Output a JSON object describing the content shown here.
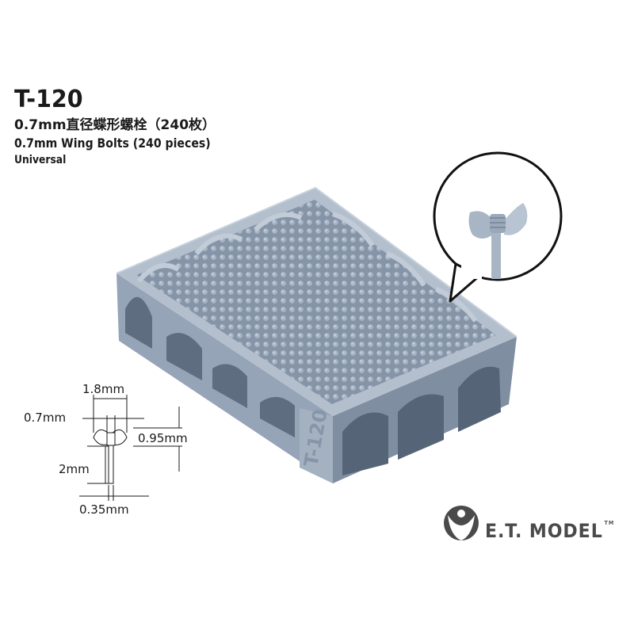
{
  "product": {
    "code": "T-120",
    "name_cn": "0.7mm直径蝶形螺栓（240枚）",
    "name_en": "0.7mm Wing Bolts (240 pieces)",
    "subtitle": "Universal"
  },
  "dimensions": {
    "head_width": "1.8mm",
    "bolt_diameter": "0.7mm",
    "head_height": "0.95mm",
    "shank_length": "2mm",
    "shank_diameter": "0.35mm"
  },
  "tray_label": "T-120",
  "brand": {
    "name": "E.T. MODEL",
    "trademark": "TM"
  },
  "colors": {
    "tray": "#9ba9ba",
    "tray_dark": "#7d8b9d",
    "text": "#1a1a1a",
    "brand_gray": "#4a4a4a"
  }
}
